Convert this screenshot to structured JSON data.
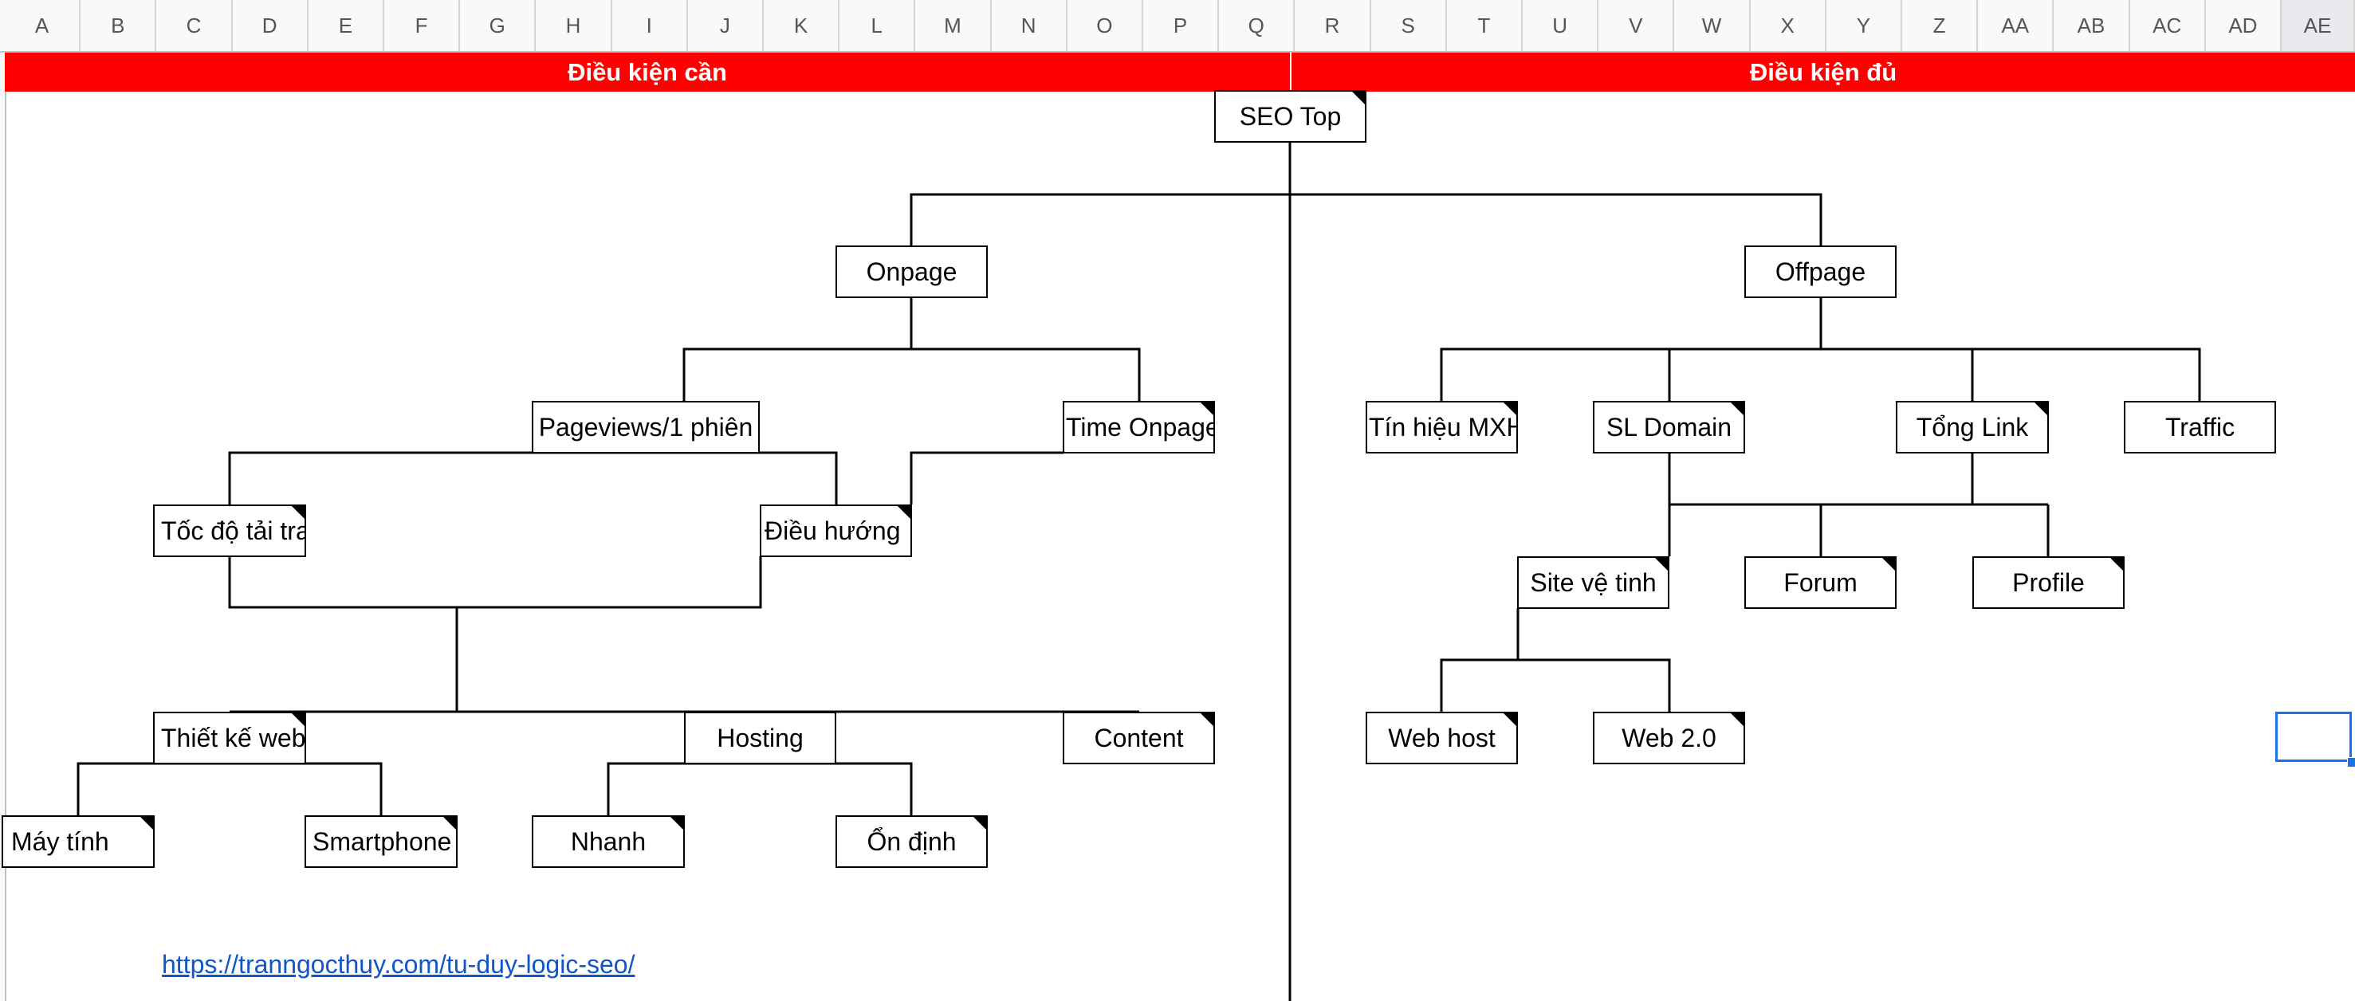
{
  "columns": [
    "A",
    "B",
    "C",
    "D",
    "E",
    "F",
    "G",
    "H",
    "I",
    "J",
    "K",
    "L",
    "M",
    "N",
    "O",
    "P",
    "Q",
    "R",
    "S",
    "T",
    "U",
    "V",
    "W",
    "X",
    "Y",
    "Z",
    "AA",
    "AB",
    "AC",
    "AD",
    "AE"
  ],
  "selected_column": "AE",
  "banners": {
    "left": "Điều kiện cần",
    "right": "Điều kiện đủ",
    "color": "#ff0000"
  },
  "nodes": [
    {
      "id": "seo-top",
      "label": "SEO Top",
      "note": true
    },
    {
      "id": "onpage",
      "label": "Onpage",
      "note": false
    },
    {
      "id": "offpage",
      "label": "Offpage",
      "note": false
    },
    {
      "id": "pageviews",
      "label": "Pageviews/1 phiên",
      "note": false
    },
    {
      "id": "time-onpage",
      "label": "Time Onpage",
      "note": true
    },
    {
      "id": "toc-do",
      "label": "Tốc độ tải trang",
      "note": true
    },
    {
      "id": "dieu-huong",
      "label": "Điều hướng",
      "note": true
    },
    {
      "id": "thiet-ke",
      "label": "Thiết kế web",
      "note": true
    },
    {
      "id": "hosting",
      "label": "Hosting",
      "note": false
    },
    {
      "id": "content",
      "label": "Content",
      "note": true
    },
    {
      "id": "may-tinh",
      "label": "Máy tính",
      "note": true
    },
    {
      "id": "smartphone",
      "label": "Smartphone",
      "note": true
    },
    {
      "id": "nhanh",
      "label": "Nhanh",
      "note": true
    },
    {
      "id": "on-dinh",
      "label": "Ổn định",
      "note": true
    },
    {
      "id": "tin-hieu",
      "label": "Tín hiệu MXH",
      "note": true
    },
    {
      "id": "sl-domain",
      "label": "SL Domain",
      "note": true
    },
    {
      "id": "tong-link",
      "label": "Tổng Link",
      "note": true
    },
    {
      "id": "traffic",
      "label": "Traffic",
      "note": false
    },
    {
      "id": "site-ve-tinh",
      "label": "Site vệ tinh",
      "note": true
    },
    {
      "id": "forum",
      "label": "Forum",
      "note": true
    },
    {
      "id": "profile",
      "label": "Profile",
      "note": true
    },
    {
      "id": "web-host",
      "label": "Web host",
      "note": true
    },
    {
      "id": "web-20",
      "label": "Web 2.0",
      "note": true
    }
  ],
  "link": {
    "text": "https://tranngocthuy.com/tu-duy-logic-seo/"
  }
}
